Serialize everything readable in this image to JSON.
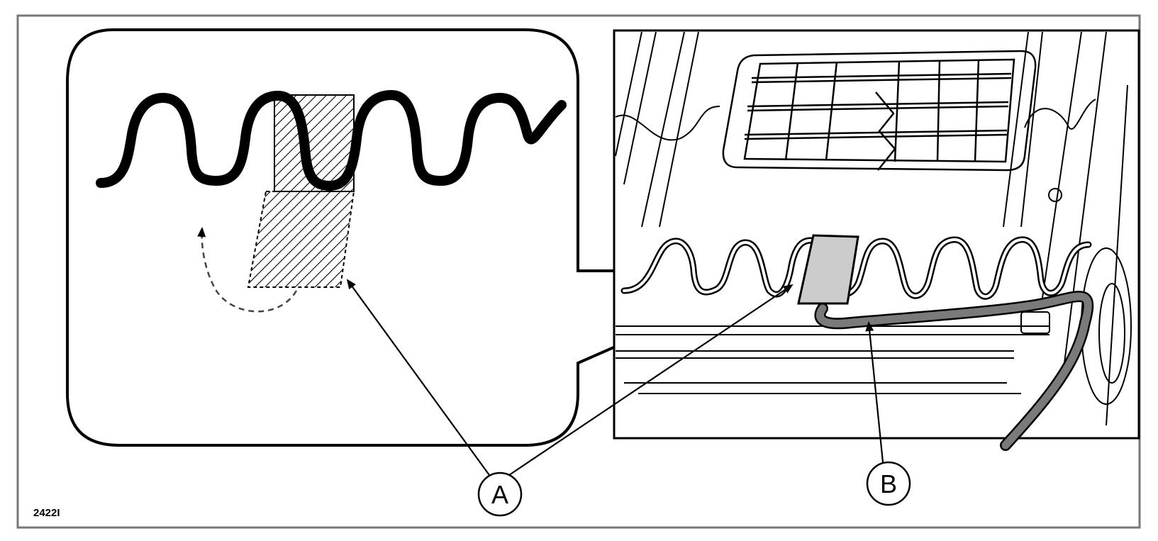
{
  "figure_ref": "2422I",
  "callouts": [
    {
      "id": "A",
      "label": "A"
    },
    {
      "id": "B",
      "label": "B"
    }
  ],
  "colors": {
    "line": "#000000",
    "frame": "#777777",
    "clip_fill": "#cccccc",
    "cable_fill": "#7a7a7a"
  }
}
